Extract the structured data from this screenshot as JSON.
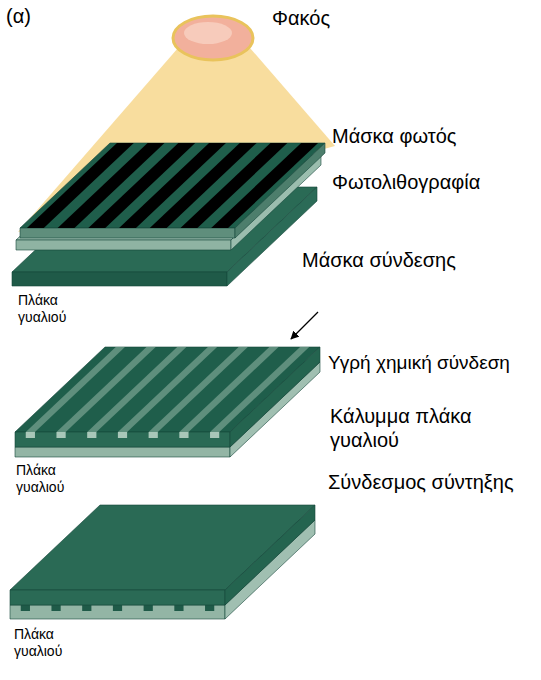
{
  "diagram": {
    "labels": [
      "(α)",
      "Φακός",
      "Μάσκα φωτός",
      "Φωτολιθογραφία",
      "Μάσκα σύνδεσης",
      "Πλάκα γυαλιού",
      "Υγρή χημική σύνδεση",
      "Πλάκα γυαλιού",
      "Κάλυμμα πλάκα γυαλιού",
      "Σύνδεσμος σύντηξης",
      "Πλάκα γυαλιού"
    ]
  }
}
